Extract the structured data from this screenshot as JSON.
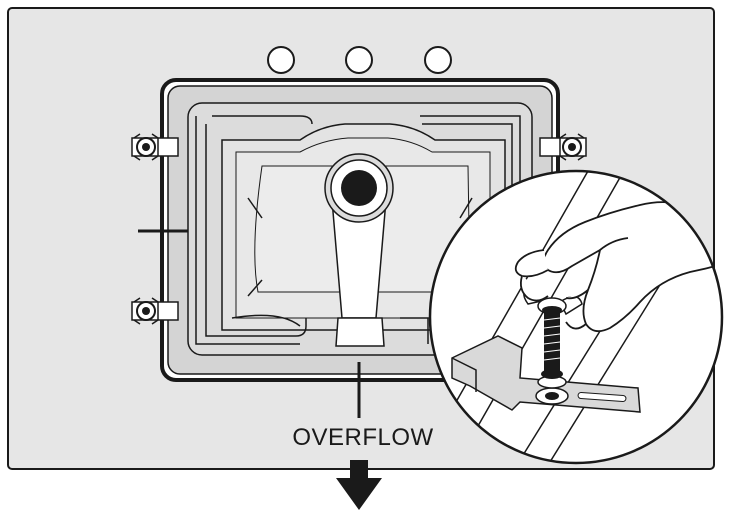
{
  "labels": {
    "overflow": "OVERFLOW"
  },
  "colors": {
    "countertop": "#e6e6e6",
    "sink_basin": "#d9d9d9",
    "sink_rim": "#cfcfcf",
    "line": "#1a1a1a",
    "white": "#ffffff",
    "skin": "#ffffff"
  },
  "parts": {
    "faucet_holes": 3,
    "mounting_clips": 4
  }
}
